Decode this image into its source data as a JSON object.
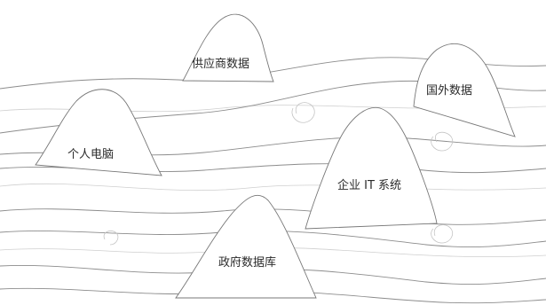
{
  "mounds": [
    {
      "id": "supplier",
      "label": "供应商数据"
    },
    {
      "id": "foreign",
      "label": "国外数据"
    },
    {
      "id": "pc",
      "label": "个人电脑"
    },
    {
      "id": "enterprise",
      "label": "企业 IT 系统"
    },
    {
      "id": "government",
      "label": "政府数据库"
    }
  ]
}
